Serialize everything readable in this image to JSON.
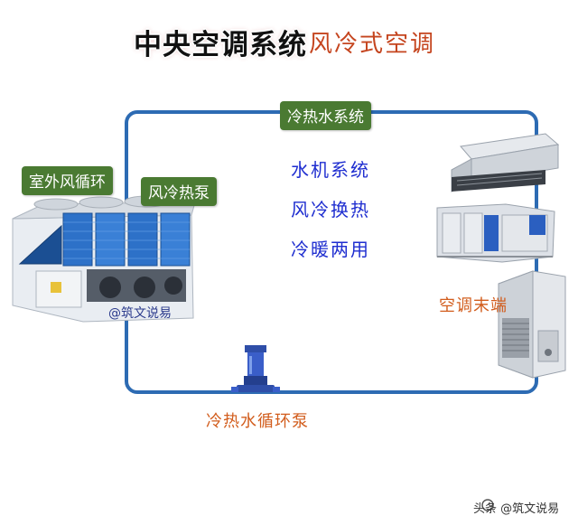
{
  "title": {
    "main": "中央空调系统",
    "sub": "风冷式空调"
  },
  "system": {
    "loop_label": "冷热水系统"
  },
  "outdoor_unit": {
    "label_outdoor": "室外风循环",
    "label_pump": "风冷热泵"
  },
  "features": [
    "水机系统",
    "风冷换热",
    "冷暖两用"
  ],
  "terminal": {
    "label": "空调末端"
  },
  "pump": {
    "label": "冷热水循环泵"
  },
  "watermark": {
    "inline": "@筑文说易",
    "corner": "头条 @筑文说易"
  },
  "colors": {
    "pipe": "#2d6bb3",
    "label_bg": "#4a7a32",
    "accent_blue": "#1f2ed0",
    "accent_orange": "#d25d1d"
  }
}
